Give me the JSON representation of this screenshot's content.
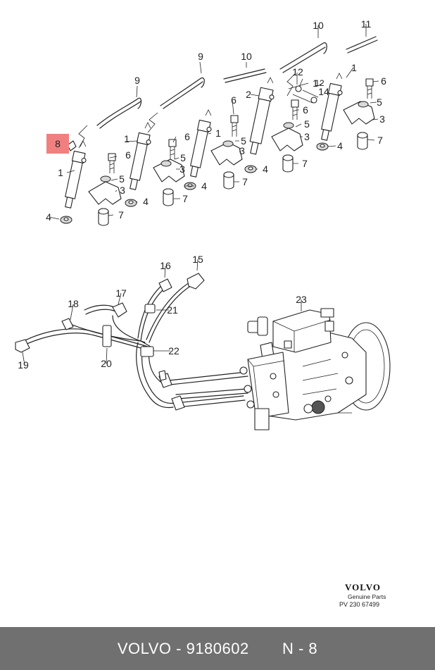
{
  "callouts": {
    "c1a": "1",
    "c1b": "1",
    "c1c": "1",
    "c1d": "1",
    "c1e": "1",
    "c2": "2",
    "c3a": "3",
    "c3b": "3",
    "c3c": "3",
    "c3d": "3",
    "c3e": "3",
    "c4a": "4",
    "c4b": "4",
    "c4c": "4",
    "c4d": "4",
    "c4e": "4",
    "c5a": "5",
    "c5b": "5",
    "c5c": "5",
    "c5d": "5",
    "c5e": "5",
    "c6a": "6",
    "c6b": "6",
    "c6c": "6",
    "c6d": "6",
    "c6e": "6",
    "c7a": "7",
    "c7b": "7",
    "c7c": "7",
    "c7d": "7",
    "c7e": "7",
    "c8": "8",
    "c9a": "9",
    "c9b": "9",
    "c10a": "10",
    "c10b": "10",
    "c11": "11",
    "c12a": "12",
    "c12b": "12",
    "c14": "14",
    "c15": "15",
    "c16": "16",
    "c17": "17",
    "c18": "18",
    "c19": "19",
    "c20": "20",
    "c21": "21",
    "c22": "22",
    "c23": "23"
  },
  "highlight_color": "#f08080",
  "brand": {
    "name": "VOLVO",
    "subtitle": "Genuine Parts",
    "pv": "PV  230 67499"
  },
  "footer": {
    "make": "VOLVO",
    "sep": "-",
    "part": "9180602",
    "ref": "N - 8",
    "bg": "#707070"
  }
}
